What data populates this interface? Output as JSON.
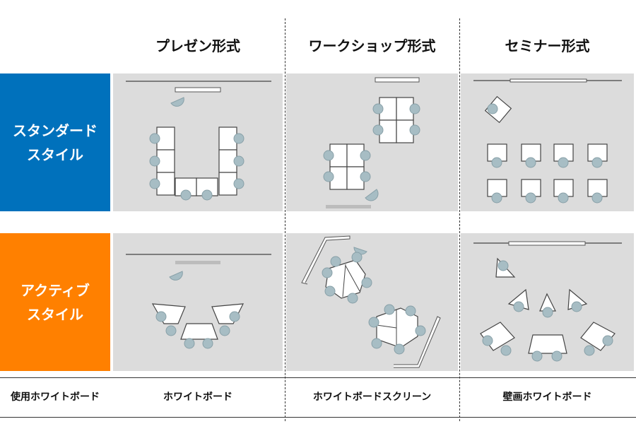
{
  "columns": {
    "presen": "プレゼン形式",
    "workshop": "ワークショップ形式",
    "seminar": "セミナー形式"
  },
  "rows": {
    "standard": {
      "line1": "スタンダード",
      "line2": "スタイル",
      "color": "#0071bc"
    },
    "active": {
      "line1": "アクティブ",
      "line2": "スタイル",
      "color": "#ff8000"
    }
  },
  "footer": {
    "row_label": "使用ホワイトボード",
    "presen": "ホワイトボード",
    "workshop": "ホワイトボードスクリーン",
    "seminar": "壁画ホワイトボード"
  },
  "colors": {
    "panel_bg": "#dcdcdc",
    "chair": "#a7bdc4",
    "table": "#ffffff"
  }
}
